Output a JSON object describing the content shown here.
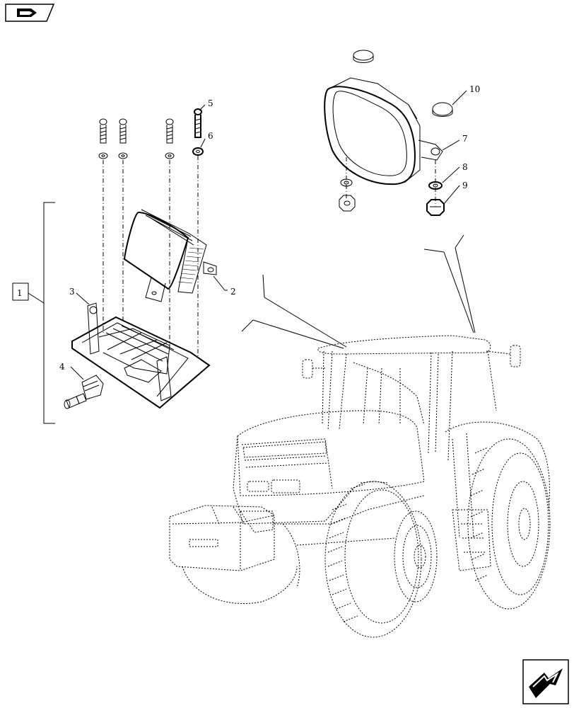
{
  "callouts": [
    {
      "id": "c1",
      "label": "1"
    },
    {
      "id": "c2",
      "label": "2"
    },
    {
      "id": "c3",
      "label": "3"
    },
    {
      "id": "c4",
      "label": "4"
    },
    {
      "id": "c5",
      "label": "5"
    },
    {
      "id": "c6",
      "label": "6"
    },
    {
      "id": "c7",
      "label": "7"
    },
    {
      "id": "c8",
      "label": "8"
    },
    {
      "id": "c9",
      "label": "9"
    },
    {
      "id": "c10",
      "label": "10"
    }
  ],
  "icons": {
    "top_left": "book-arrow-icon",
    "bottom_right": "next-page-arrow-icon"
  }
}
